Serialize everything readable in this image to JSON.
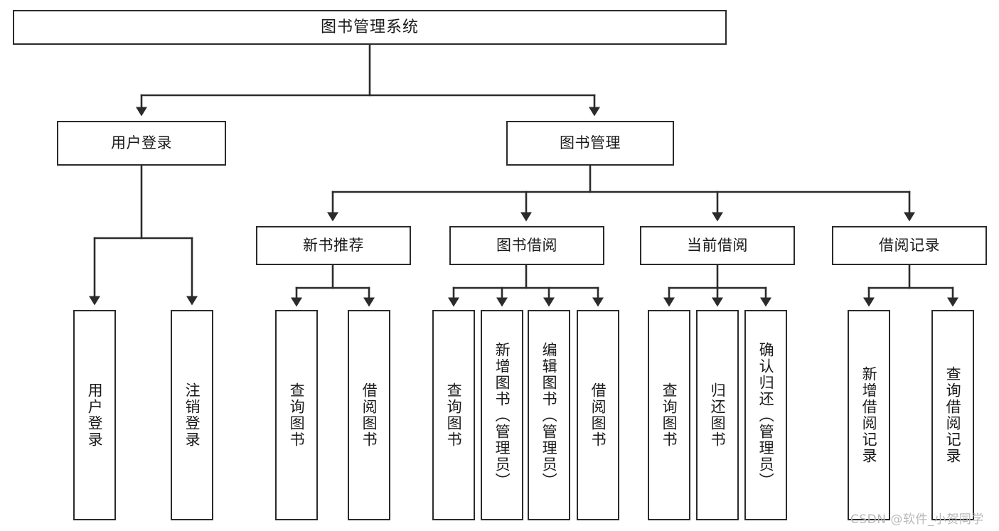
{
  "diagram": {
    "title": "图书管理系统",
    "type": "hierarchy-tree",
    "watermark": "CSDN @软件_小贺同学",
    "colors": {
      "background": "#ffffff",
      "box_border": "#2b2b2b",
      "box_fill": "#ffffff",
      "connector": "#2b2b2b",
      "text": "#1a1a1a",
      "watermark": "#b9b9b9"
    },
    "nodes": {
      "root": {
        "label": "图书管理系统"
      },
      "level2": [
        {
          "label": "用户登录"
        },
        {
          "label": "图书管理"
        }
      ],
      "level3": [
        {
          "label": "新书推荐"
        },
        {
          "label": "图书借阅"
        },
        {
          "label": "当前借阅"
        },
        {
          "label": "借阅记录"
        }
      ],
      "leaves": {
        "user_login": [
          {
            "label": "用户登录"
          },
          {
            "label": "注销登录"
          }
        ],
        "new_book_recommend": [
          {
            "label": "查询图书"
          },
          {
            "label": "借阅图书"
          }
        ],
        "book_borrow": [
          {
            "label": "查询图书"
          },
          {
            "label": "新增图书（管理员）"
          },
          {
            "label": "编辑图书（管理员）"
          },
          {
            "label": "借阅图书"
          }
        ],
        "current_borrow": [
          {
            "label": "查询图书"
          },
          {
            "label": "归还图书"
          },
          {
            "label": "确认归还（管理员）"
          }
        ],
        "borrow_record": [
          {
            "label": "新增借阅记录"
          },
          {
            "label": "查询借阅记录"
          }
        ]
      }
    }
  }
}
